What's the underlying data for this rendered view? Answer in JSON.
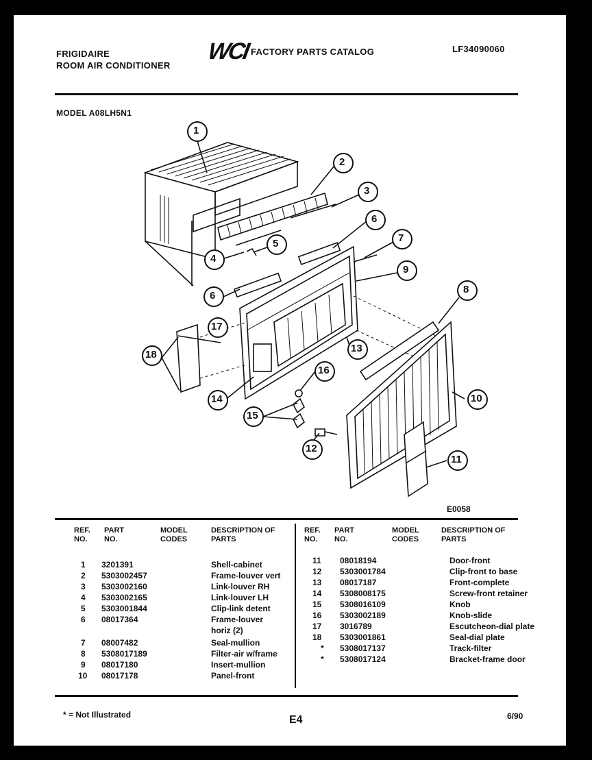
{
  "header": {
    "brand": "FRIGIDAIRE",
    "product": "ROOM AIR CONDITIONER",
    "logo_text": "WCI",
    "catalog_title": "FACTORY PARTS CATALOG",
    "catalog_number": "LF34090060"
  },
  "model_label": "MODEL A08LH5N1",
  "diagram": {
    "callouts": [
      "1",
      "2",
      "3",
      "4",
      "5",
      "6",
      "6",
      "7",
      "8",
      "9",
      "10",
      "11",
      "12",
      "13",
      "14",
      "15",
      "16",
      "17",
      "18"
    ],
    "figure_code": "E0058"
  },
  "table": {
    "headers": {
      "ref": "REF. NO.",
      "part": "PART NO.",
      "model": "MODEL CODES",
      "desc": "DESCRIPTION OF PARTS"
    },
    "left": [
      {
        "ref": "1",
        "part": "3201391",
        "desc": "Shell-cabinet"
      },
      {
        "ref": "2",
        "part": "5303002457",
        "desc": "Frame-louver vert"
      },
      {
        "ref": "3",
        "part": "5303002160",
        "desc": "Link-louver RH"
      },
      {
        "ref": "4",
        "part": "5303002165",
        "desc": "Link-louver LH"
      },
      {
        "ref": "5",
        "part": "5303001844",
        "desc": "Clip-link detent"
      },
      {
        "ref": "6",
        "part": "08017364",
        "desc": "Frame-louver horiz (2)"
      },
      {
        "ref": "7",
        "part": "08007482",
        "desc": "Seal-mullion"
      },
      {
        "ref": "8",
        "part": "5308017189",
        "desc": "Filter-air w/frame"
      },
      {
        "ref": "9",
        "part": "08017180",
        "desc": "Insert-mullion"
      },
      {
        "ref": "10",
        "part": "08017178",
        "desc": "Panel-front"
      }
    ],
    "right": [
      {
        "ref": "11",
        "part": "08018194",
        "desc": "Door-front"
      },
      {
        "ref": "12",
        "part": "5303001784",
        "desc": "Clip-front to base"
      },
      {
        "ref": "13",
        "part": "08017187",
        "desc": "Front-complete"
      },
      {
        "ref": "14",
        "part": "5308008175",
        "desc": "Screw-front retainer"
      },
      {
        "ref": "15",
        "part": "5308016109",
        "desc": "Knob"
      },
      {
        "ref": "16",
        "part": "5303002189",
        "desc": "Knob-slide"
      },
      {
        "ref": "17",
        "part": "3016789",
        "desc": "Escutcheon-dial plate"
      },
      {
        "ref": "18",
        "part": "5303001861",
        "desc": "Seal-dial plate"
      },
      {
        "ref": "*",
        "part": "5308017137",
        "desc": "Track-filter"
      },
      {
        "ref": "*",
        "part": "5308017124",
        "desc": "Bracket-frame door"
      }
    ]
  },
  "footer": {
    "note": "* = Not Illustrated",
    "page": "E4",
    "date": "6/90"
  }
}
